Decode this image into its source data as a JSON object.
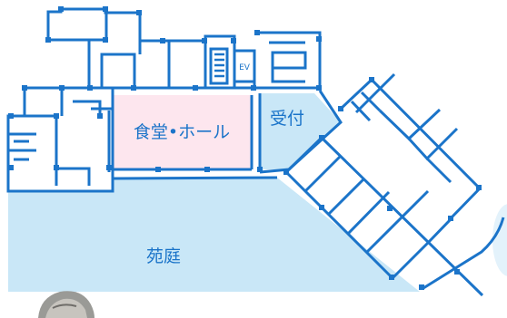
{
  "map": {
    "rooms": [
      {
        "id": "shokudo",
        "label": "食堂•ホール",
        "fill": "#fde6ee"
      },
      {
        "id": "uketsuke",
        "label": "受付",
        "fill": "#c9e7f7"
      },
      {
        "id": "entei",
        "label": "苑庭",
        "fill": "#c9e7f7"
      }
    ],
    "elevator_label": "EV",
    "colors": {
      "wall": "#1b74c9",
      "garden": "#c9e7f7",
      "reception": "#c9e7f7",
      "dining": "#fde6ee",
      "text": "#1b74c9"
    }
  }
}
